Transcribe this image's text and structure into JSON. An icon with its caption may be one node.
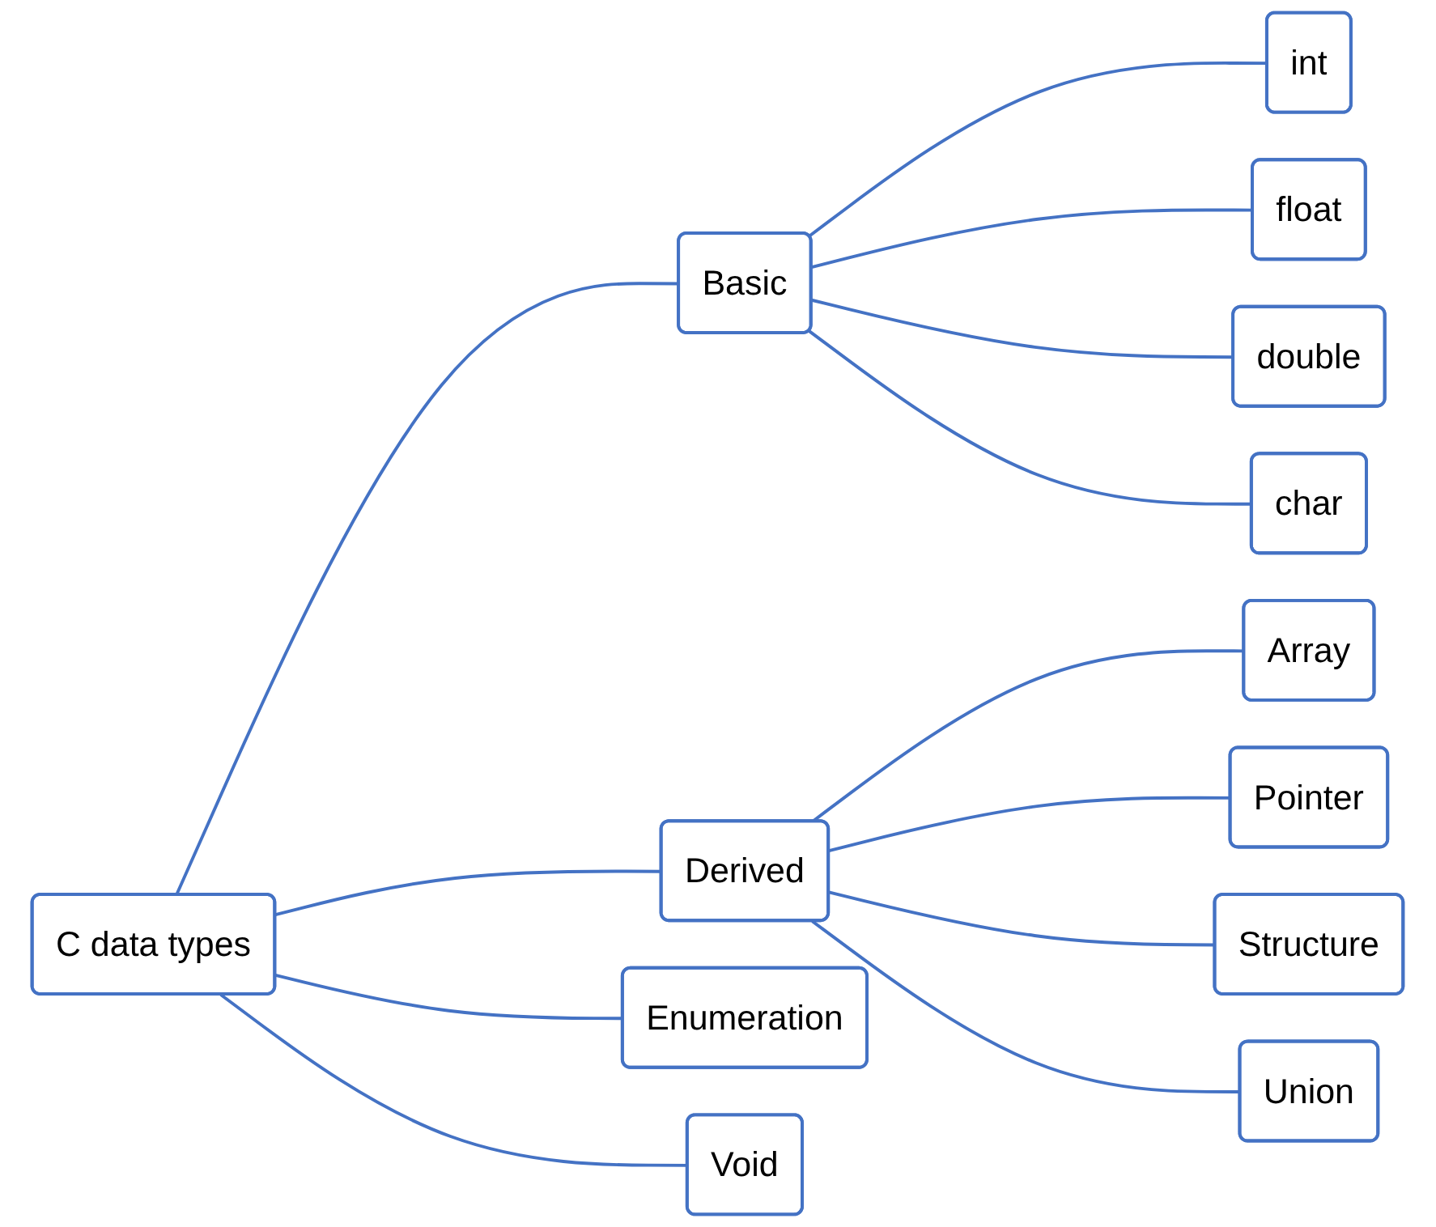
{
  "diagram": {
    "nodes": [
      {
        "text": [
          "C data types"
        ]
      },
      {
        "text": [
          "Basic"
        ]
      },
      {
        "text": [
          "Derived"
        ]
      },
      {
        "text": [
          "Enumeration"
        ]
      },
      {
        "text": [
          "Void"
        ]
      },
      {
        "text": [
          "int"
        ]
      },
      {
        "text": [
          "float"
        ]
      },
      {
        "text": [
          "double"
        ]
      },
      {
        "text": [
          "char"
        ]
      },
      {
        "text": [
          "Array"
        ]
      },
      {
        "text": [
          "Pointer"
        ]
      },
      {
        "text": [
          "Structure"
        ]
      },
      {
        "text": [
          "Union"
        ]
      }
    ],
    "edges": [
      {
        "from": 0,
        "to": 1,
        "arrow": "none"
      },
      {
        "from": 0,
        "to": 2,
        "arrow": "none"
      },
      {
        "from": 0,
        "to": 3,
        "arrow": "none"
      },
      {
        "from": 0,
        "to": 4,
        "arrow": "none"
      },
      {
        "from": 1,
        "to": 5,
        "arrow": "none"
      },
      {
        "from": 1,
        "to": 6,
        "arrow": "none"
      },
      {
        "from": 1,
        "to": 7,
        "arrow": "none"
      },
      {
        "from": 1,
        "to": 8,
        "arrow": "none"
      },
      {
        "from": 2,
        "to": 9,
        "arrow": "none"
      },
      {
        "from": 2,
        "to": 10,
        "arrow": "none"
      },
      {
        "from": 2,
        "to": 11,
        "arrow": "none"
      },
      {
        "from": 2,
        "to": 12,
        "arrow": "none"
      }
    ]
  }
}
